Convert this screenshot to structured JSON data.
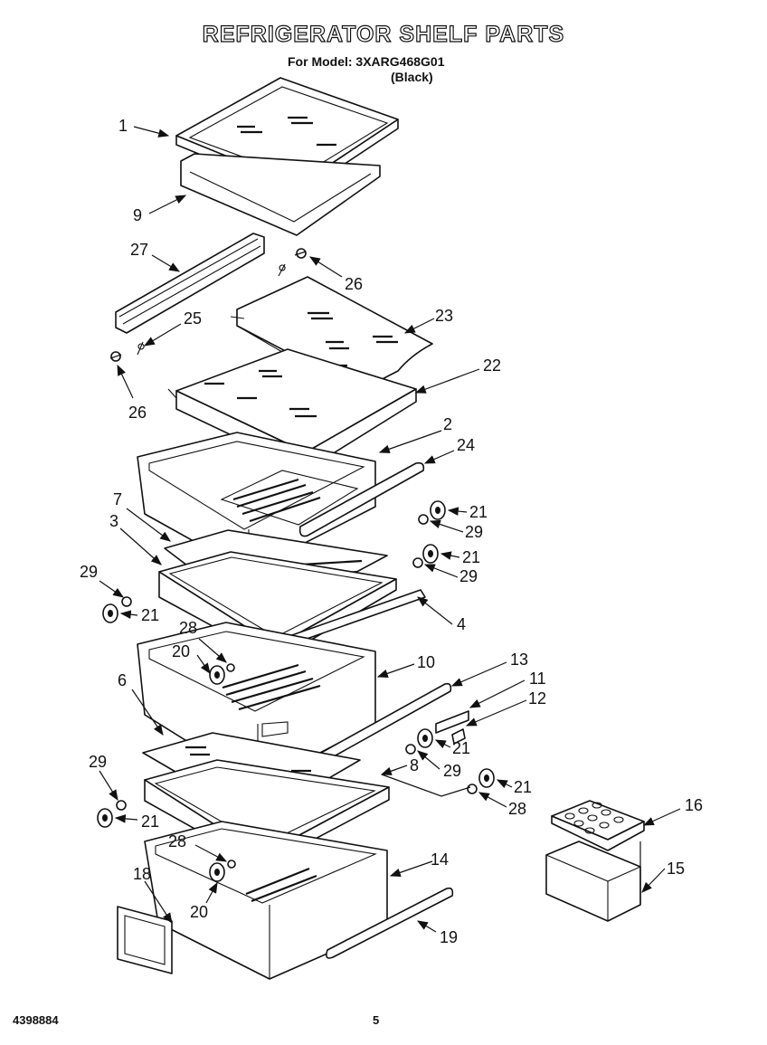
{
  "header": {
    "title": "REFRIGERATOR SHELF PARTS",
    "model_line": "For Model: 3XARG468G01",
    "color_line": "(Black)"
  },
  "footer": {
    "doc_number": "4398884",
    "page_number": "5"
  },
  "callouts": {
    "c1": "1",
    "c9": "9",
    "c27": "27",
    "c26a": "26",
    "c25": "25",
    "c23": "23",
    "c22": "22",
    "c26b": "26",
    "c2": "2",
    "c24": "24",
    "c7": "7",
    "c3": "3",
    "c21a": "21",
    "c29a": "29",
    "c21b": "21",
    "c29b": "29",
    "c29c": "29",
    "c21c": "21",
    "c4": "4",
    "c28a": "28",
    "c20a": "20",
    "c10": "10",
    "c13": "13",
    "c6": "6",
    "c11": "11",
    "c12": "12",
    "c21d": "21",
    "c29d": "29",
    "c8": "8",
    "c29e": "29",
    "c21e": "21",
    "c28b": "28",
    "c16": "16",
    "c21f": "21",
    "c28c": "28",
    "c14": "14",
    "c15": "15",
    "c18": "18",
    "c19": "19",
    "c20b": "20"
  },
  "icons": {
    "arrow": "arrowhead-icon",
    "screw": "screw-icon",
    "roller": "roller-wheel-icon"
  }
}
